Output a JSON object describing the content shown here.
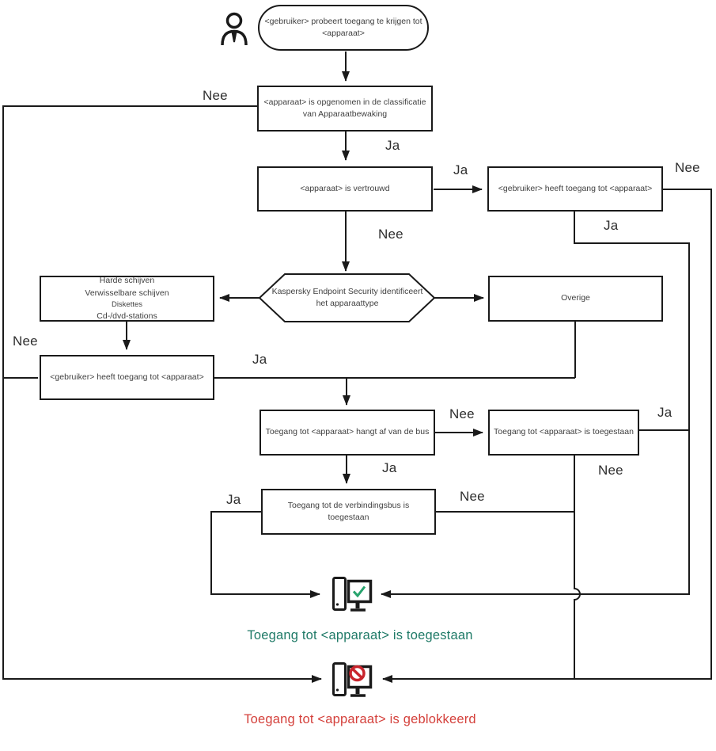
{
  "diagram": {
    "start_label": "<gebruiker> probeert toegang te krijgen tot <apparaat>",
    "nodes": {
      "classification": "<apparaat> is opgenomen in de classificatie van Apparaatbewaking",
      "trusted": "<apparaat> is vertrouwd",
      "user_access_top": "<gebruiker> heeft toegang tot <apparaat>",
      "identify": "Kaspersky Endpoint Security identificeert het apparaattype",
      "device_types": [
        "Harde schijven",
        "Verwisselbare schijven",
        "Diskettes",
        "Cd-/dvd-stations"
      ],
      "other": "Overige",
      "user_access_left": "<gebruiker> heeft toegang tot <apparaat>",
      "bus_dependent": "Toegang tot <apparaat> hangt af van de bus",
      "access_granted": "Toegang tot <apparaat> is toegestaan",
      "bus_access": "Toegang tot de verbindingsbus is toegestaan"
    },
    "edge_labels": {
      "yes": "Ja",
      "no": "Nee"
    },
    "outcomes": {
      "allowed": "Toegang tot <apparaat> is toegestaan",
      "blocked": "Toegang tot <apparaat> is geblokkeerd"
    },
    "colors": {
      "line": "#1a1a1a",
      "allowed_text": "#1f7a67",
      "blocked_text": "#d4403b",
      "check_icon": "#27a36d",
      "prohibition_icon": "#c8242c"
    }
  }
}
